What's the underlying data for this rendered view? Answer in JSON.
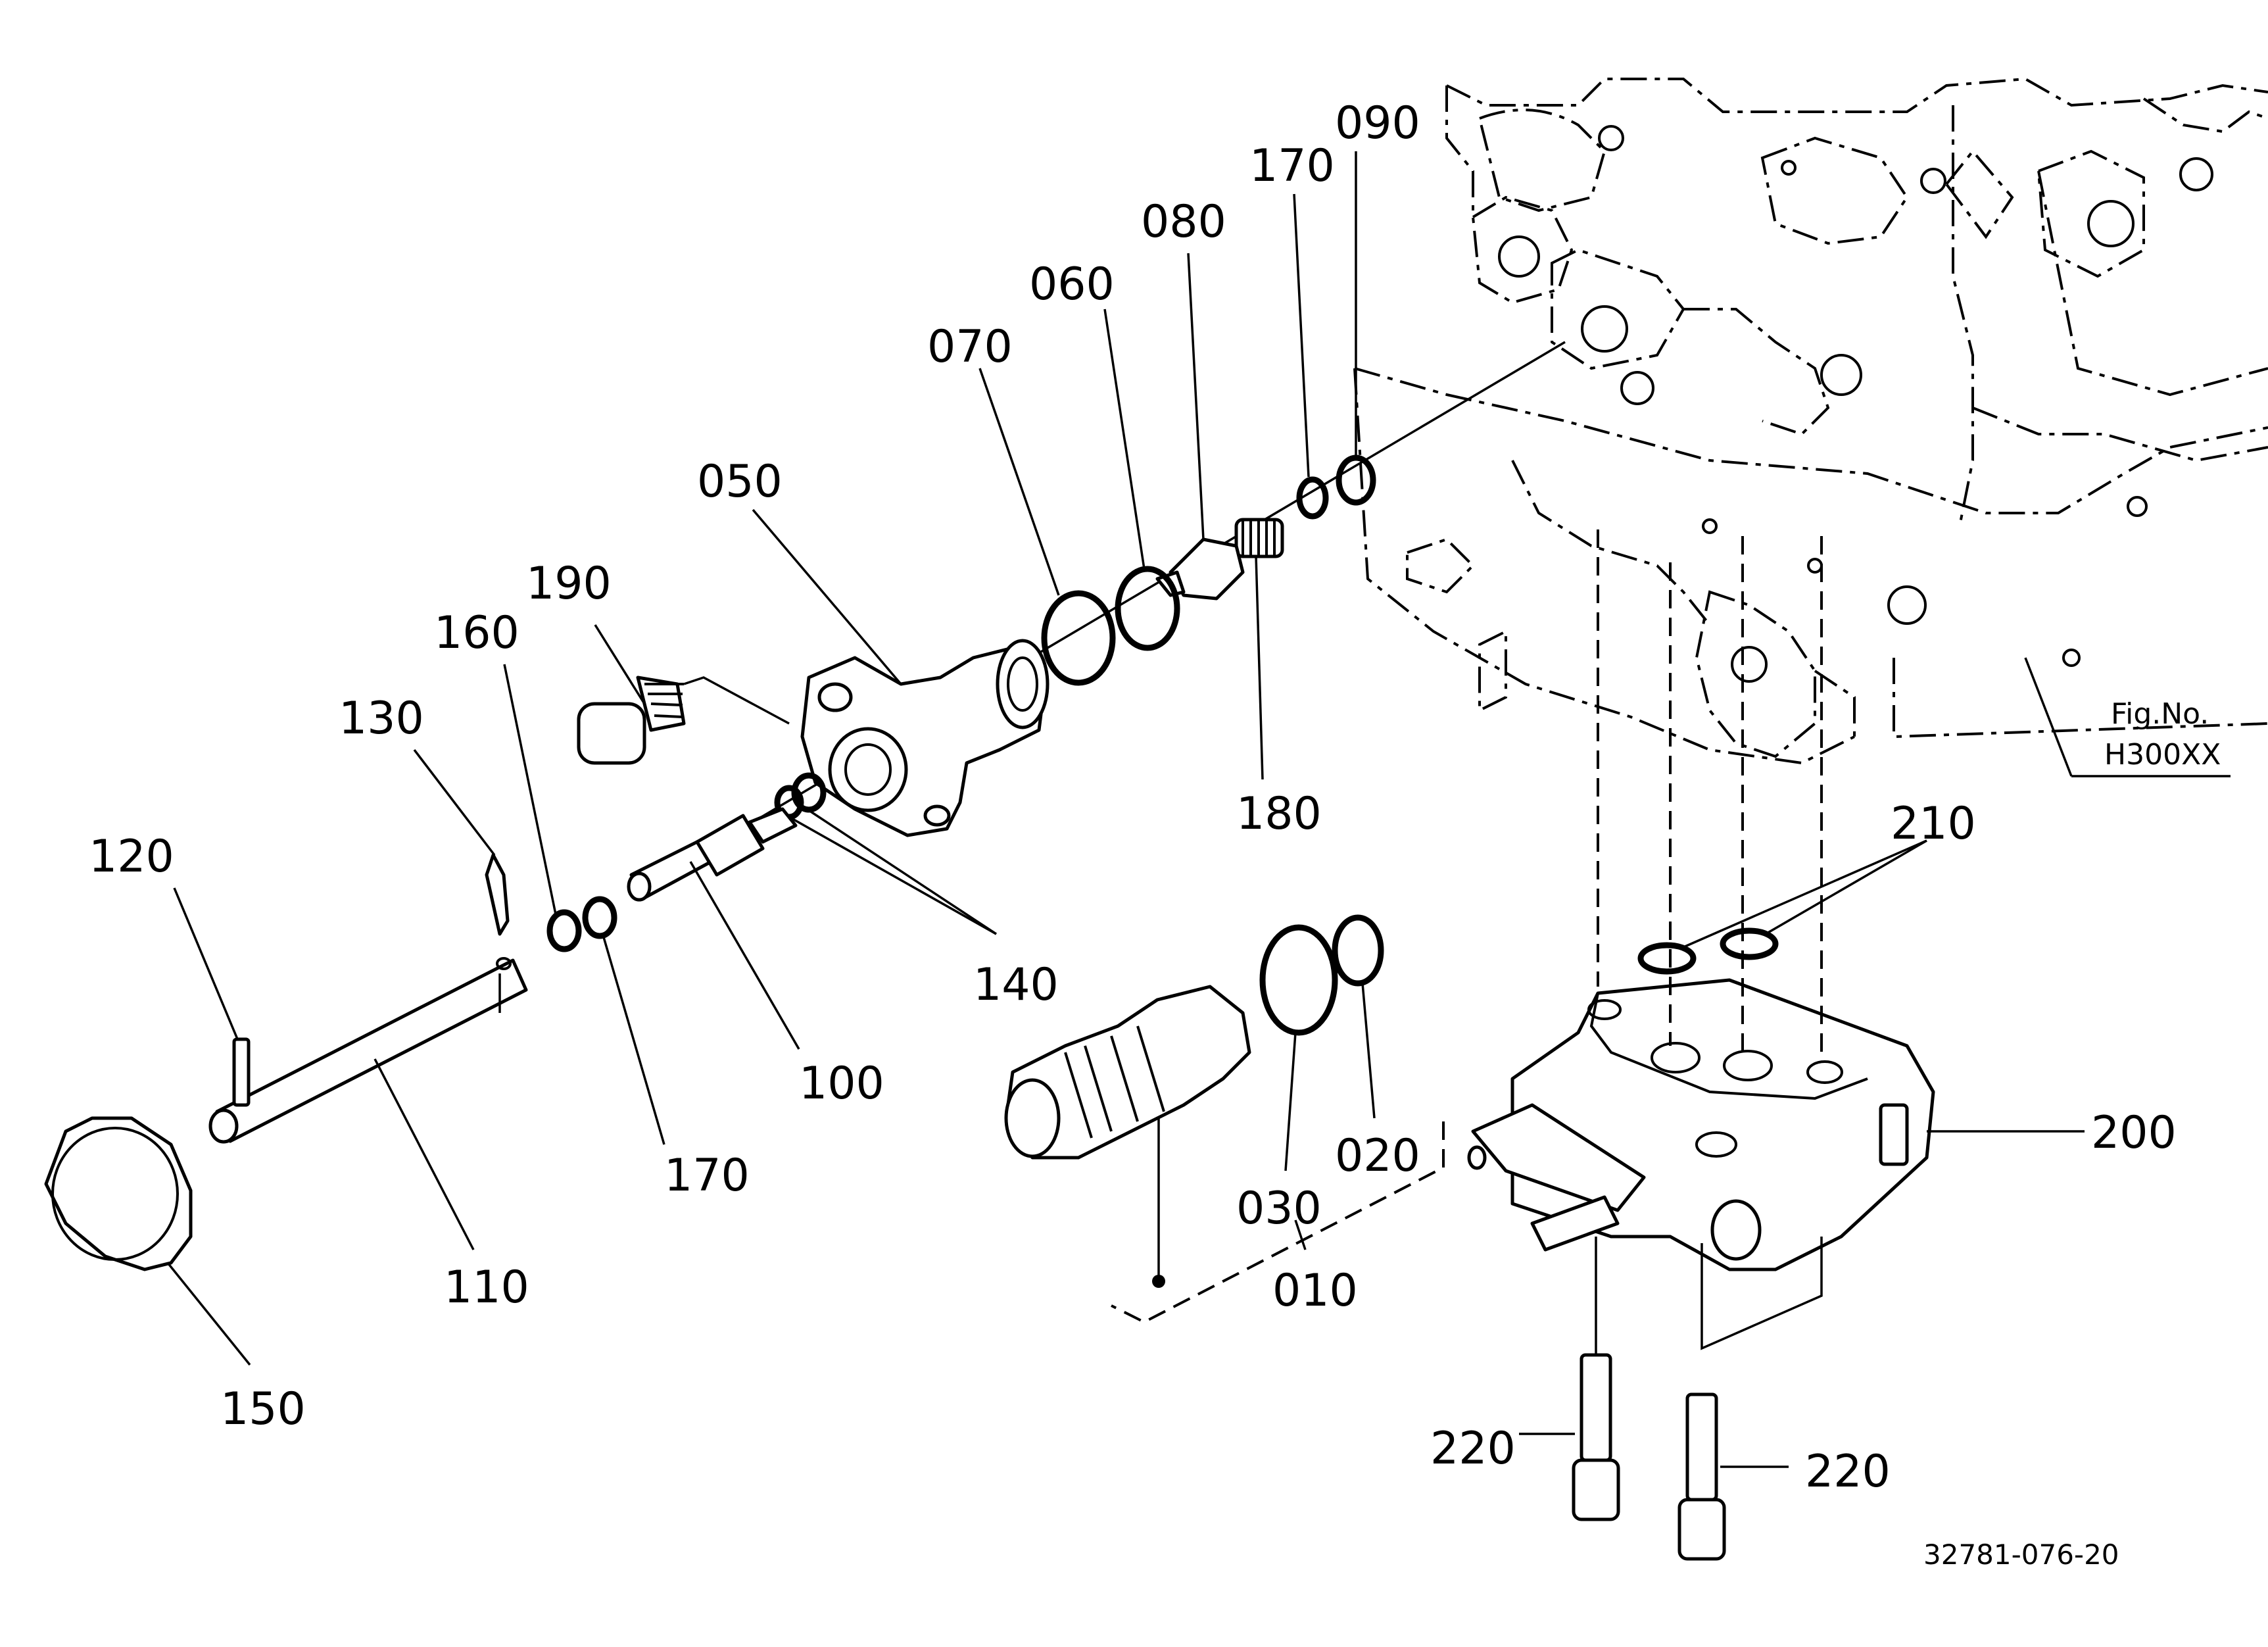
{
  "figure": {
    "fig_no_label": "Fig.No.",
    "fig_no_value": "H300XX",
    "drawing_number": "32781-076-20"
  },
  "callouts": [
    {
      "id": "090",
      "text": "090"
    },
    {
      "id": "170a",
      "text": "170"
    },
    {
      "id": "080",
      "text": "080"
    },
    {
      "id": "060",
      "text": "060"
    },
    {
      "id": "070",
      "text": "070"
    },
    {
      "id": "050",
      "text": "050"
    },
    {
      "id": "190",
      "text": "190"
    },
    {
      "id": "160",
      "text": "160"
    },
    {
      "id": "130",
      "text": "130"
    },
    {
      "id": "120",
      "text": "120"
    },
    {
      "id": "180",
      "text": "180"
    },
    {
      "id": "140",
      "text": "140"
    },
    {
      "id": "100",
      "text": "100"
    },
    {
      "id": "170b",
      "text": "170"
    },
    {
      "id": "110",
      "text": "110"
    },
    {
      "id": "150",
      "text": "150"
    },
    {
      "id": "210",
      "text": "210"
    },
    {
      "id": "200",
      "text": "200"
    },
    {
      "id": "020",
      "text": "020"
    },
    {
      "id": "030",
      "text": "030"
    },
    {
      "id": "010",
      "text": "010"
    },
    {
      "id": "220a",
      "text": "220"
    },
    {
      "id": "220b",
      "text": "220"
    }
  ]
}
